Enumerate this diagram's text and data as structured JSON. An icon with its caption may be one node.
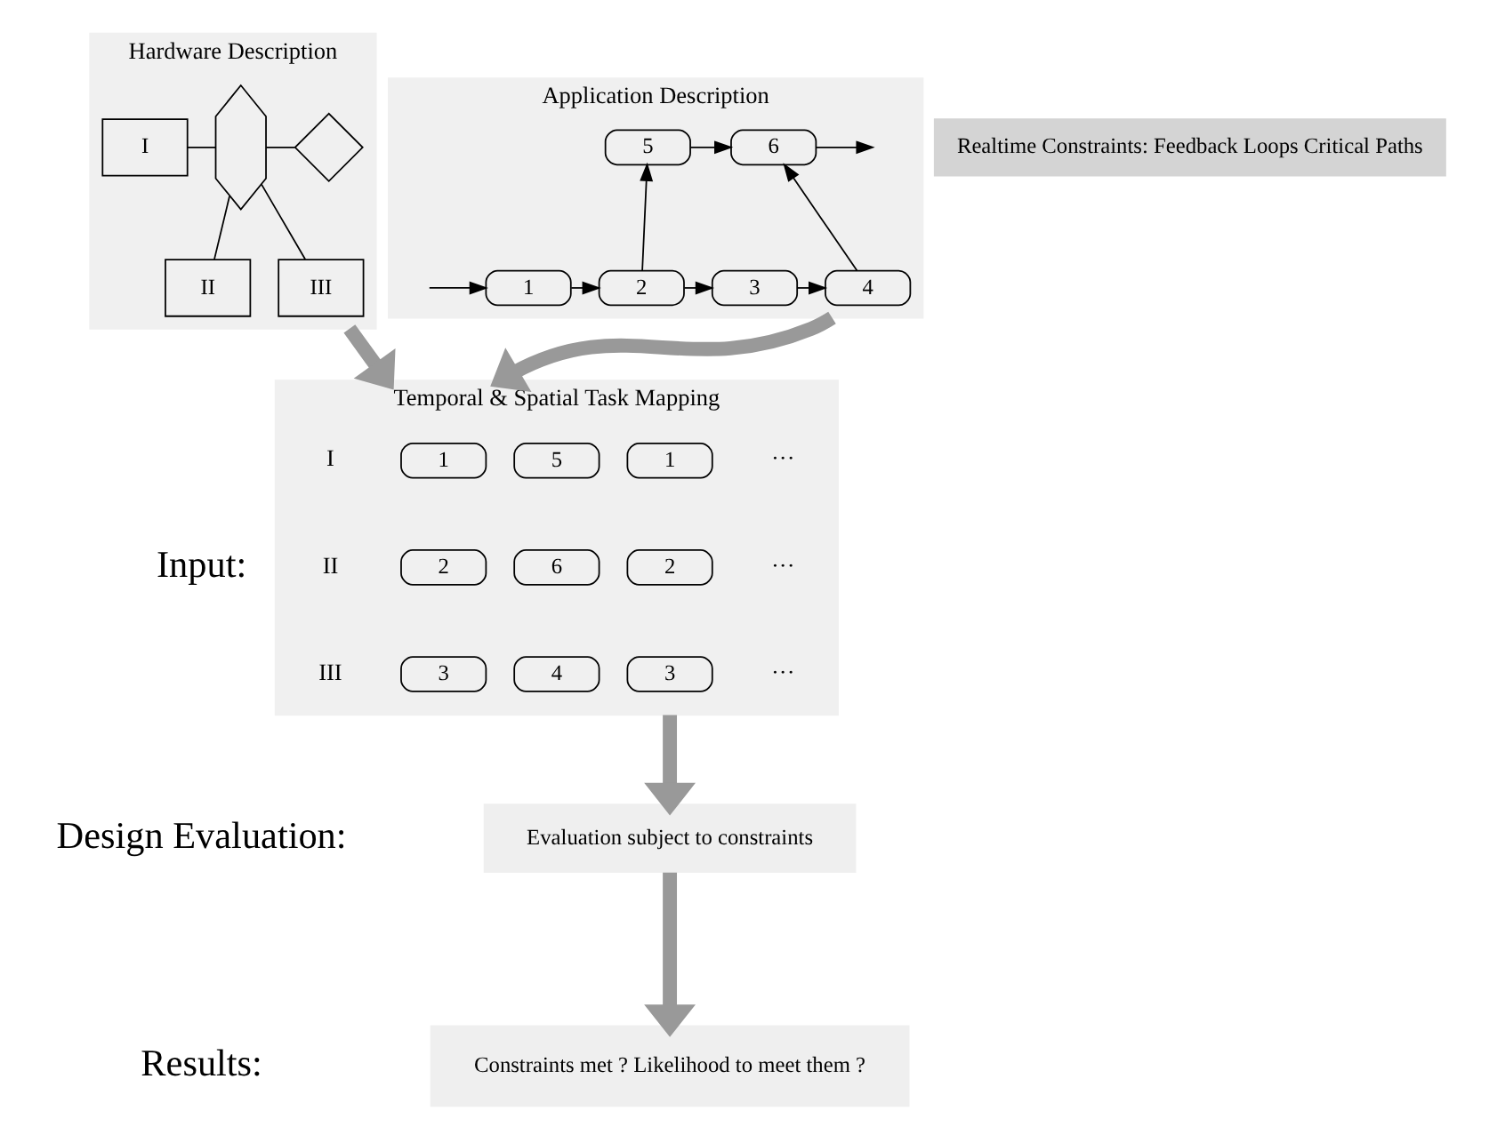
{
  "diagram": {
    "nodes": [
      {
        "text": [
          "Hardware Description"
        ]
      },
      {
        "text": [
          "I"
        ],
        "in": 0
      },
      {
        "text": [],
        "shape": "hexagon",
        "in": 0
      },
      {
        "text": [],
        "shape": "diamond",
        "in": 0
      },
      {
        "text": [
          "II"
        ],
        "in": 0
      },
      {
        "text": [
          "III"
        ],
        "in": 0
      },
      {
        "text": [
          "Application Description"
        ]
      },
      {
        "text": [
          "Realtime Constraints: Feedback Loops Critical Paths"
        ]
      },
      {
        "text": [
          "5"
        ],
        "in": 6
      },
      {
        "text": [
          "6"
        ],
        "in": 6
      },
      {
        "text": [
          "1"
        ],
        "in": 6
      },
      {
        "text": [
          "2"
        ],
        "in": 6
      },
      {
        "text": [
          "3"
        ],
        "in": 6
      },
      {
        "text": [
          "4"
        ],
        "in": 6
      },
      {
        "text": [
          "Temporal & Spatial Task Mapping"
        ]
      },
      {
        "text": [
          "1"
        ],
        "in": 14
      },
      {
        "text": [
          "5"
        ],
        "in": 14
      },
      {
        "text": [
          "1"
        ],
        "in": 14
      },
      {
        "text": [
          "2"
        ],
        "in": 14
      },
      {
        "text": [
          "6"
        ],
        "in": 14
      },
      {
        "text": [
          "2"
        ],
        "in": 14
      },
      {
        "text": [
          "3"
        ],
        "in": 14
      },
      {
        "text": [
          "4"
        ],
        "in": 14
      },
      {
        "text": [
          "3"
        ],
        "in": 14
      },
      {
        "text": [
          "Evaluation subject to constraints"
        ]
      },
      {
        "text": [
          "Constraints met ? Likelihood to meet them ?"
        ]
      }
    ],
    "edges": [
      {
        "from": 1,
        "to": 2,
        "arrow": "none"
      },
      {
        "from": 2,
        "to": 3,
        "arrow": "none"
      },
      {
        "from": 2,
        "to": 4,
        "arrow": "none"
      },
      {
        "from": 2,
        "to": 5,
        "arrow": "none"
      },
      {
        "from": null,
        "to": 10,
        "arrow": "to"
      },
      {
        "from": 10,
        "to": 11,
        "arrow": "to"
      },
      {
        "from": 11,
        "to": 12,
        "arrow": "to"
      },
      {
        "from": 11,
        "to": 8,
        "arrow": "to"
      },
      {
        "from": 12,
        "to": 13,
        "arrow": "to"
      },
      {
        "from": 8,
        "to": 9,
        "arrow": "to"
      },
      {
        "from": 13,
        "to": 9,
        "arrow": "to"
      },
      {
        "from": 9,
        "to": null,
        "arrow": "to"
      },
      {
        "from": 0,
        "to": 14,
        "arrow": "to",
        "style": "thick",
        "color": "#999999"
      },
      {
        "from": 6,
        "to": 14,
        "arrow": "to",
        "style": "thick",
        "color": "#999999"
      },
      {
        "from": 14,
        "to": 24,
        "arrow": "to",
        "style": "thick",
        "color": "#999999"
      },
      {
        "from": 24,
        "to": 25,
        "arrow": "to",
        "style": "thick",
        "color": "#999999"
      }
    ],
    "labels": [
      "Input:",
      "I",
      "···",
      "II",
      "···",
      "III",
      "···",
      "Design Evaluation:",
      "Results:"
    ]
  }
}
